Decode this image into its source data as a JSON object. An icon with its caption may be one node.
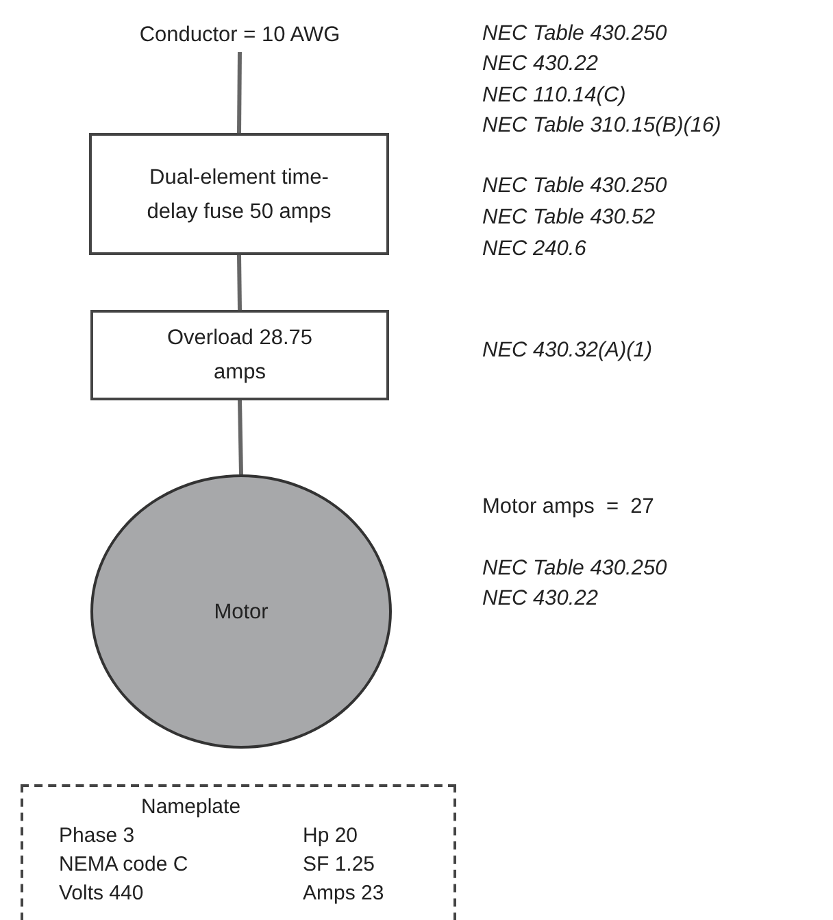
{
  "diagram": {
    "nodes": [
      {
        "text": [
          "Conductor = 10 AWG"
        ]
      },
      {
        "text": [
          "Dual-element time-delay fuse 50 amps"
        ]
      },
      {
        "text": [
          "Overload 28.75 amps"
        ]
      },
      {
        "text": [
          "Motor"
        ]
      },
      {
        "text": [
          "Nameplate",
          "Phase 3",
          "Hp 20",
          "NEMA code C",
          "SF 1.25",
          "Volts 440",
          "Amps 23"
        ]
      }
    ],
    "edges": [
      {
        "from": 0,
        "to": 1,
        "arrow": "none"
      },
      {
        "from": 1,
        "to": 2,
        "arrow": "none"
      },
      {
        "from": 2,
        "to": 3,
        "arrow": "none"
      }
    ],
    "labels": [
      "NEC Table 430.250",
      "NEC 430.22",
      "NEC 110.14(C)",
      "NEC Table 310.15(B)(16)",
      "NEC Table 430.250",
      "NEC Table 430.52",
      "NEC 240.6",
      "NEC 430.32(A)(1)",
      "Motor amps  =  27",
      "NEC Table 430.250",
      "NEC 430.22"
    ]
  }
}
